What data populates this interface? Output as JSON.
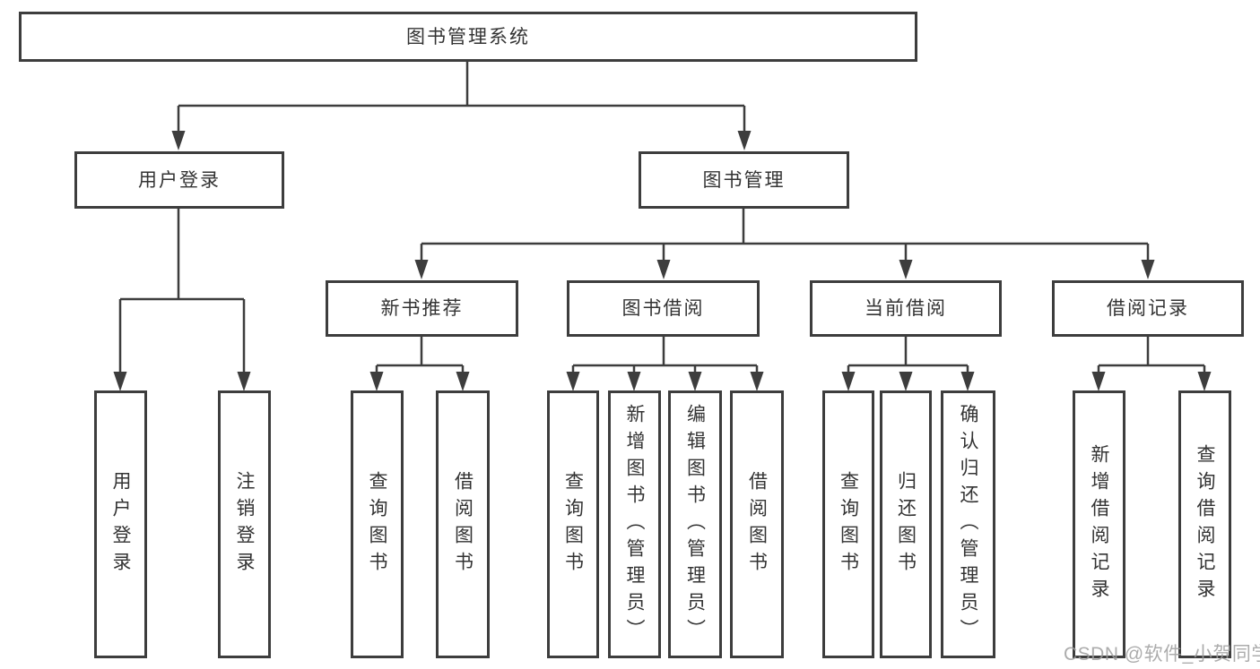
{
  "nodes": {
    "root": "图书管理系统",
    "user_login": "用户登录",
    "book_mgmt": "图书管理",
    "new_book_rec": "新书推荐",
    "book_borrow": "图书借阅",
    "current_borrow": "当前借阅",
    "borrow_record": "借阅记录",
    "leaf_user_login": "用户登录",
    "leaf_logout": "注销登录",
    "leaf_query_book_rec": "查询图书",
    "leaf_borrow_book_rec": "借阅图书",
    "leaf_query_book_borrow": "查询图书",
    "leaf_add_book": "新增图书（管理员）",
    "leaf_edit_book": "编辑图书（管理员）",
    "leaf_borrow_book_borrow": "借阅图书",
    "leaf_query_book_current": "查询图书",
    "leaf_return_book": "归还图书",
    "leaf_confirm_return": "确认归还（管理员）",
    "leaf_add_borrow_record": "新增借阅记录",
    "leaf_query_borrow_record": "查询借阅记录"
  },
  "watermark": "CSDN @软件_小贺同学",
  "colors": {
    "line": "#3d3d3d",
    "text": "#333333",
    "watermark": "#9e9e9e",
    "background": "#ffffff"
  }
}
